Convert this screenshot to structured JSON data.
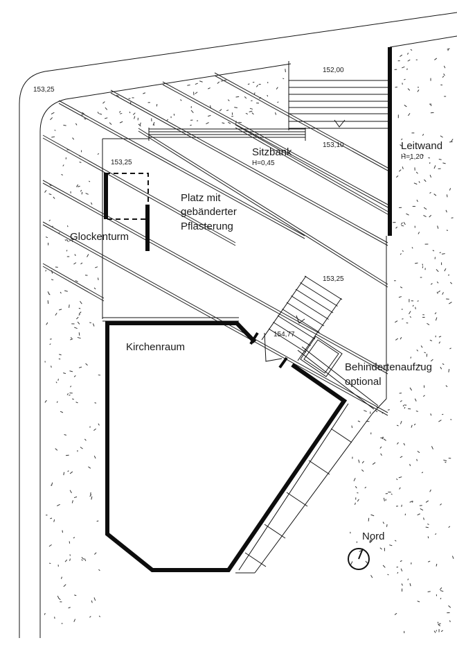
{
  "drawing": {
    "title": "Lageplan Kirche mit Platz",
    "labels": {
      "square": [
        "Platz mit",
        "gebänderter",
        "Pflasterung"
      ],
      "bell_tower": "Glockenturm",
      "church_hall": "Kirchenraum",
      "bench": "Sitzbank",
      "bench_height": "H=0,45",
      "guide_wall": "Leitwand",
      "guide_wall_height": "H=1,20",
      "elevator": [
        "Behindertenaufzug",
        "optional"
      ],
      "north": "Nord"
    },
    "elevations": {
      "corner_top_left": "153,25",
      "tower_level": "153,25",
      "stairs_top": "152,00",
      "stairs_bottom": "153,10",
      "entry_stairs_top": "153,25",
      "entry_level": "154,77"
    },
    "icons": {
      "north_arrow": "north-arrow-icon",
      "stair_direction": "stair-arrow-icon"
    },
    "colors": {
      "ink": "#111111",
      "paper": "#ffffff"
    }
  }
}
